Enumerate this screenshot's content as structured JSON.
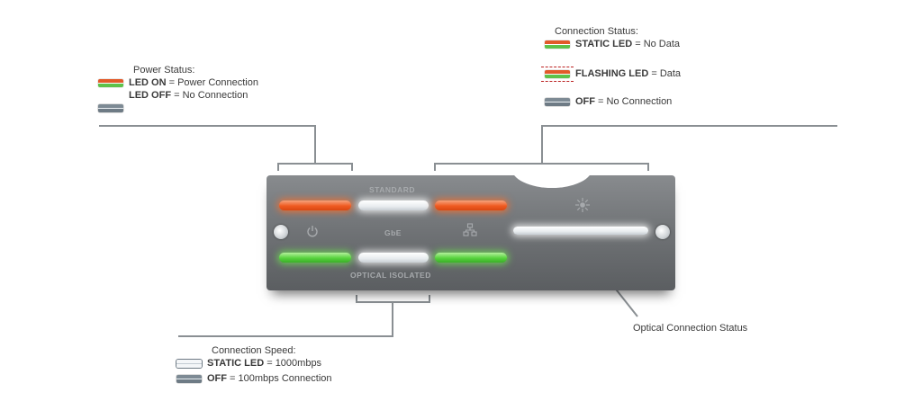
{
  "legends": {
    "power": {
      "title": "Power Status:",
      "on_strong": "LED ON",
      "on_text": " = Power Connection",
      "off_strong": "LED OFF",
      "off_text": " = No Connection"
    },
    "connection_status": {
      "title": "Connection Status:",
      "static_strong": "STATIC LED",
      "static_text": " = No Data",
      "flash_strong": "FLASHING LED",
      "flash_text": " = Data",
      "off_strong": "OFF",
      "off_text": " = No Connection"
    },
    "speed": {
      "title": "Connection Speed:",
      "static_strong": "STATIC LED",
      "static_text": " = 1000mbps",
      "off_strong": "OFF",
      "off_text": " = 100mbps Connection"
    },
    "optical": {
      "label": "Optical Connection Status"
    }
  },
  "device": {
    "label_top": "STANDARD",
    "label_mid": "GbE",
    "label_bottom": "OPTICAL ISOLATED",
    "icons": [
      "power-icon",
      "network-icon",
      "laser-icon",
      "screw-icon"
    ]
  },
  "colors": {
    "led_orange": "#ef5b22",
    "led_green": "#58d33e",
    "led_white": "#f4f6f8",
    "device_body": "#6f7275",
    "leader_line": "#8a8f93"
  }
}
